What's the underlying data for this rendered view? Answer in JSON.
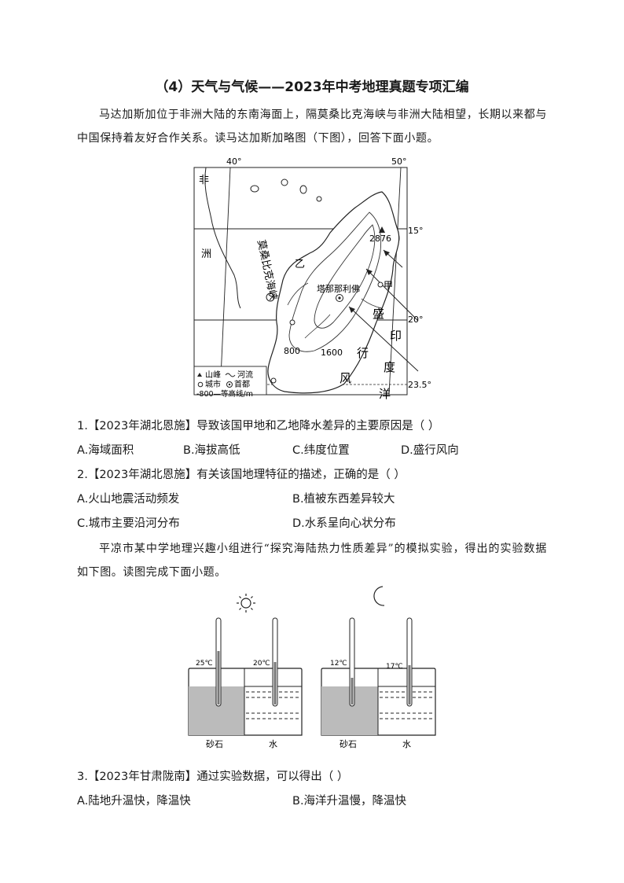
{
  "title": "（4）天气与气候——2023年中考地理真题专项汇编",
  "intro1": "马达加斯加位于非洲大陆的东南海面上，隔莫桑比克海峡与非洲大陆相望，长期以来都与中国保持着友好合作关系。读马达加斯加略图（下图），回答下面小题。",
  "map": {
    "lon_left": "40°",
    "lon_right": "50°",
    "lat_15": "15°",
    "lat_20": "20°",
    "lat_235": "23.5°",
    "africa_1": "非",
    "africa_2": "洲",
    "channel": "莫桑比克海峡",
    "yi": "乙",
    "jia": "甲",
    "peak": "2876",
    "capital": "塔那那利佛",
    "c800": "800",
    "c1600": "1600",
    "wind_chars": [
      "盛",
      "行",
      "风"
    ],
    "ocean_chars": [
      "印",
      "度",
      "洋"
    ],
    "legend_peak": "山峰",
    "legend_river": "河流",
    "legend_city": "城市",
    "legend_capital": "首都",
    "legend_contour": "-800—等高线/m"
  },
  "q1": {
    "stem": "1.【2023年湖北恩施】导致该国甲地和乙地降水差异的主要原因是（   ）",
    "a": "A.海域面积",
    "b": "B.海拔高低",
    "c": "C.纬度位置",
    "d": "D.盛行风向"
  },
  "q2": {
    "stem": "2.【2023年湖北恩施】有关该国地理特征的描述，正确的是（   ）",
    "a": "A.火山地震活动频发",
    "b": "B.植被东西差异较大",
    "c": "C.城市主要沿河分布",
    "d": "D.水系呈向心状分布"
  },
  "intro2": "平凉市某中学地理兴趣小组进行“探究海陆热力性质差异”的模拟实验，得出的实验数据如下图。读图完成下面小题。",
  "experiment": {
    "day": {
      "sand_temp": "25℃",
      "water_temp": "20℃",
      "sand_label": "砂石",
      "water_label": "水"
    },
    "night": {
      "sand_temp": "12℃",
      "water_temp": "17℃",
      "sand_label": "砂石",
      "water_label": "水"
    },
    "icons": [
      "sun-icon",
      "moon-icon"
    ]
  },
  "q3": {
    "stem": "3.【2023年甘肃陇南】通过实验数据，可以得出（   ）",
    "a": "A.陆地升温快，降温快",
    "b": "B.海洋升温慢，降温快"
  }
}
